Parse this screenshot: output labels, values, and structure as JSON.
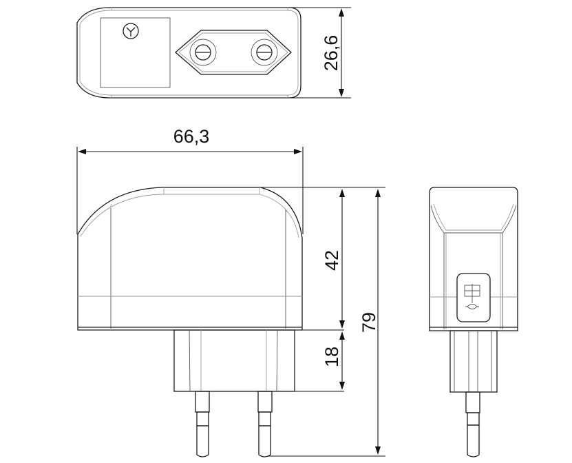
{
  "diagram": {
    "subject": "EU plug power adapter dimensional drawing",
    "units": "mm",
    "colors": {
      "line": "#1a1a1a",
      "background": "#ffffff"
    },
    "views": [
      {
        "id": "top-view",
        "label": "Top view (plug face)"
      },
      {
        "id": "front-view",
        "label": "Front view"
      },
      {
        "id": "side-view",
        "label": "Side view"
      }
    ],
    "dimensions": {
      "depth": "26,6",
      "width": "66,3",
      "body_height": "42",
      "pin_length": "18",
      "total_height": "79"
    }
  }
}
